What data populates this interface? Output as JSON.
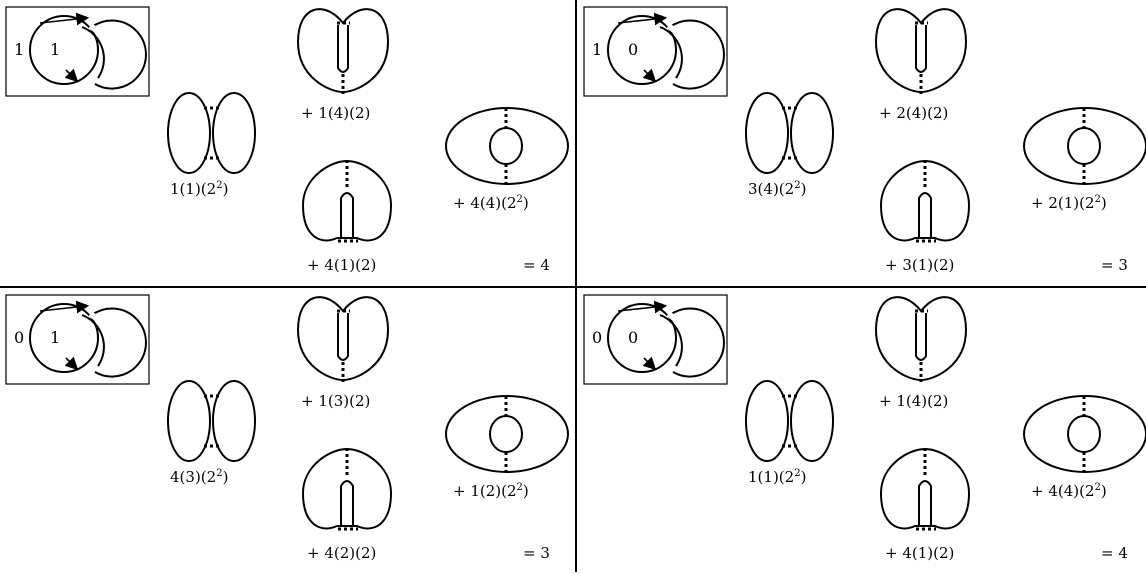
{
  "quadrants": [
    {
      "box_labels": [
        "1",
        "1"
      ],
      "terms": [
        {
          "pre": "1(1)(2",
          "exp": "2",
          "post": ")"
        },
        {
          "pre": "+ 1(4)(2)",
          "exp": "",
          "post": ""
        },
        {
          "pre": "+ 4(1)(2)",
          "exp": "",
          "post": ""
        },
        {
          "pre": "+ 4(4)(2",
          "exp": "2",
          "post": ")"
        }
      ],
      "total": "= 4"
    },
    {
      "box_labels": [
        "1",
        "0"
      ],
      "terms": [
        {
          "pre": "3(4)(2",
          "exp": "2",
          "post": ")"
        },
        {
          "pre": "+ 2(4)(2)",
          "exp": "",
          "post": ""
        },
        {
          "pre": "+ 3(1)(2)",
          "exp": "",
          "post": ""
        },
        {
          "pre": "+ 2(1)(2",
          "exp": "2",
          "post": ")"
        }
      ],
      "total": "= 3"
    },
    {
      "box_labels": [
        "0",
        "1"
      ],
      "terms": [
        {
          "pre": "4(3)(2",
          "exp": "2",
          "post": ")"
        },
        {
          "pre": "+ 1(3)(2)",
          "exp": "",
          "post": ""
        },
        {
          "pre": "+ 4(2)(2)",
          "exp": "",
          "post": ""
        },
        {
          "pre": "+ 1(2)(2",
          "exp": "2",
          "post": ")"
        }
      ],
      "total": "= 3"
    },
    {
      "box_labels": [
        "0",
        "0"
      ],
      "terms": [
        {
          "pre": "1(1)(2",
          "exp": "2",
          "post": ")"
        },
        {
          "pre": "+ 1(4)(2)",
          "exp": "",
          "post": ""
        },
        {
          "pre": "+ 4(1)(2)",
          "exp": "",
          "post": ""
        },
        {
          "pre": "+ 4(4)(2",
          "exp": "2",
          "post": ")"
        }
      ],
      "total": "= 4"
    }
  ]
}
